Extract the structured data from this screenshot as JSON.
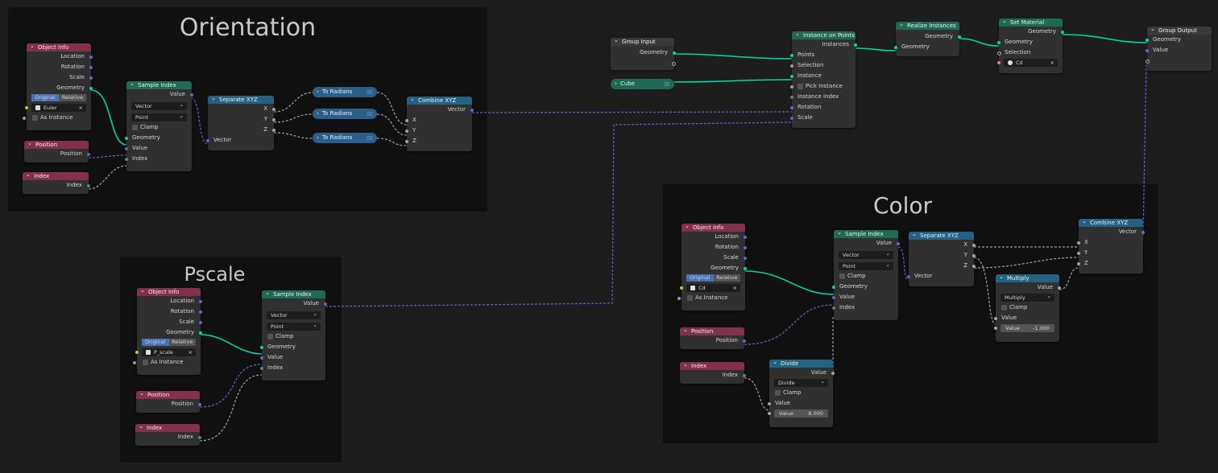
{
  "frames": {
    "orientation": "Orientation",
    "pscale": "Pscale",
    "color": "Color"
  },
  "sockets": {
    "location": "Location",
    "rotation": "Rotation",
    "scale": "Scale",
    "geometry": "Geometry",
    "value": "Value",
    "index": "Index",
    "position": "Position",
    "vector": "Vector",
    "x": "X",
    "y": "Y",
    "z": "Z",
    "as_instance": "As Instance",
    "clamp": "Clamp",
    "instances": "Instances",
    "points": "Points",
    "selection": "Selection",
    "instance": "Instance",
    "pick_instance": "Pick Instance",
    "instance_index": "Instance Index"
  },
  "node_titles": {
    "object_info": "Object Info",
    "position": "Position",
    "index": "Index",
    "sample_index": "Sample Index",
    "separate_xyz": "Separate XYZ",
    "combine_xyz": "Combine XYZ",
    "to_radians": "To Radians",
    "group_input": "Group Input",
    "group_output": "Group Output",
    "cube": "Cube",
    "instance_on_points": "Instance on Points",
    "realize_instances": "Realize Instances",
    "set_material": "Set Material",
    "multiply": "Multiply",
    "divide": "Divide"
  },
  "controls": {
    "original": "Original",
    "relative": "Relative",
    "vector": "Vector",
    "point": "Point",
    "euler": "Euler",
    "p_scale": "P_scale",
    "cd": "Cd",
    "multiply": "Multiply",
    "divide": "Divide",
    "value_label": "Value",
    "multiply_value": "-1.000",
    "divide_value": "8.000",
    "close": "×"
  },
  "colors": {
    "input_header": "#83314a",
    "geometry_header": "#1e6a54",
    "converter_header": "#246283",
    "geometry_link": "#00d6a3",
    "vector_link": "#6363c7",
    "float_link": "#a1a1a1"
  }
}
